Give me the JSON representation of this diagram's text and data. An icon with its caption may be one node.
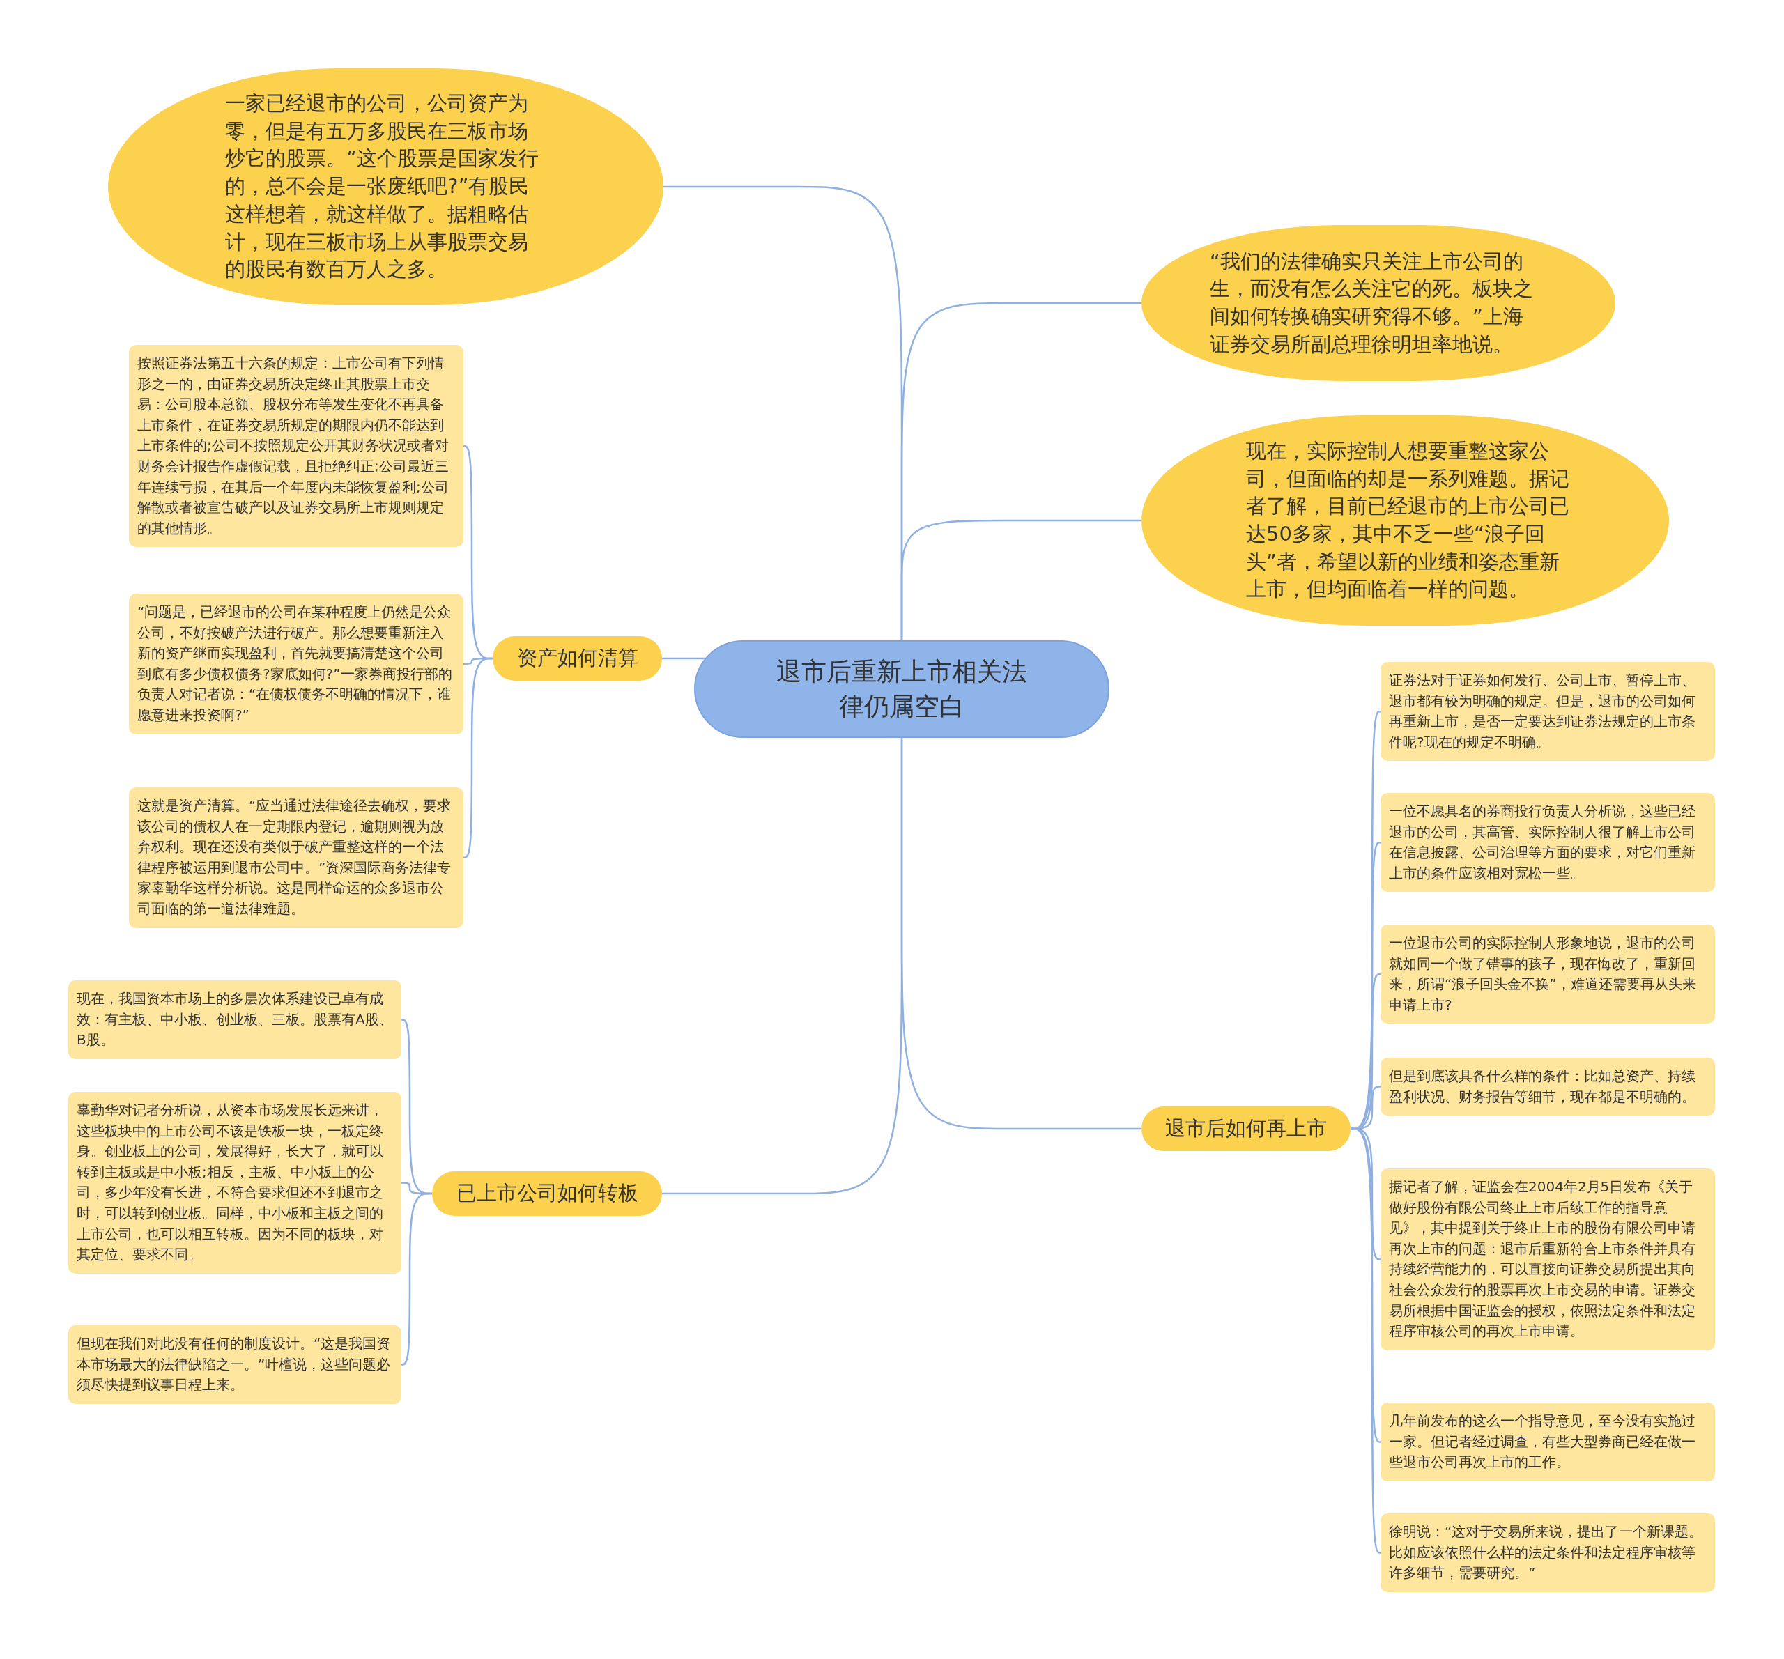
{
  "diagram": {
    "nodes": [
      {
        "text": [
          "退市后重新上市相关法律仍属空白"
        ]
      },
      {
        "text": [
          "一家已经退市的公司，公司资产为零，但是有五万多股民在三板市场炒它的股票。“这个股票是国家发行的，总不会是一张废纸吧?”有股民这样想着，就这样做了。据粗略估计，现在三板市场上从事股票交易的股民有数百万人之多。"
        ]
      },
      {
        "text": [
          "资产如何清算"
        ]
      },
      {
        "text": [
          "按照证券法第五十六条的规定：上市公司有下列情形之一的，由证券交易所决定终止其股票上市交易：公司股本总额、股权分布等发生变化不再具备上市条件，在证券交易所规定的期限内仍不能达到上市条件的;公司不按照规定公开其财务状况或者对财务会计报告作虚假记载，且拒绝纠正;公司最近三年连续亏损，在其后一个年度内未能恢复盈利;公司解散或者被宣告破产以及证券交易所上市规则规定的其他情形。"
        ]
      },
      {
        "text": [
          "“问题是，已经退市的公司在某种程度上仍然是公众公司，不好按破产法进行破产。那么想要重新注入新的资产继而实现盈利，首先就要搞清楚这个公司到底有多少债权债务?家底如何?”一家券商投行部的负责人对记者说：“在债权债务不明确的情况下，谁愿意进来投资啊?”"
        ]
      },
      {
        "text": [
          "这就是资产清算。“应当通过法律途径去确权，要求该公司的债权人在一定期限内登记，逾期则视为放弃权利。现在还没有类似于破产重整这样的一个法律程序被运用到退市公司中。”资深国际商务法律专家辜勤华这样分析说。这是同样命运的众多退市公司面临的第一道法律难题。"
        ]
      },
      {
        "text": [
          "已上市公司如何转板"
        ]
      },
      {
        "text": [
          "现在，我国资本市场上的多层次体系建设已卓有成效：有主板、中小板、创业板、三板。股票有A股、B股。"
        ]
      },
      {
        "text": [
          "辜勤华对记者分析说，从资本市场发展长远来讲，这些板块中的上市公司不该是铁板一块，一板定终身。创业板上的公司，发展得好，长大了，就可以转到主板或是中小板;相反，主板、中小板上的公司，多少年没有长进，不符合要求但还不到退市之时，可以转到创业板。同样，中小板和主板之间的上市公司，也可以相互转板。因为不同的板块，对其定位、要求不同。"
        ]
      },
      {
        "text": [
          "但现在我们对此没有任何的制度设计。“这是我国资本市场最大的法律缺陷之一。”叶檀说，这些问题必须尽快提到议事日程上来。"
        ]
      },
      {
        "text": [
          "“我们的法律确实只关注上市公司的生，而没有怎么关注它的死。板块之间如何转换确实研究得不够。”上海证券交易所副总理徐明坦率地说。"
        ]
      },
      {
        "text": [
          "现在，实际控制人想要重整这家公司，但面临的却是一系列难题。据记者了解，目前已经退市的上市公司已达50多家，其中不乏一些“浪子回头”者，希望以新的业绩和姿态重新上市，但均面临着一样的问题。"
        ]
      },
      {
        "text": [
          "退市后如何再上市"
        ]
      },
      {
        "text": [
          "证券法对于证券如何发行、公司上市、暂停上市、退市都有较为明确的规定。但是，退市的公司如何再重新上市，是否一定要达到证券法规定的上市条件呢?现在的规定不明确。"
        ]
      },
      {
        "text": [
          "一位不愿具名的券商投行负责人分析说，这些已经退市的公司，其高管、实际控制人很了解上市公司在信息披露、公司治理等方面的要求，对它们重新上市的条件应该相对宽松一些。"
        ]
      },
      {
        "text": [
          "一位退市公司的实际控制人形象地说，退市的公司就如同一个做了错事的孩子，现在悔改了，重新回来，所谓“浪子回头金不换”，难道还需要再从头来申请上市?"
        ]
      },
      {
        "text": [
          "但是到底该具备什么样的条件：比如总资产、持续盈利状况、财务报告等细节，现在都是不明确的。"
        ]
      },
      {
        "text": [
          "据记者了解，证监会在2004年2月5日发布《关于做好股份有限公司终止上市后续工作的指导意见》，其中提到关于终止上市的股份有限公司申请再次上市的问题：退市后重新符合上市条件并具有持续经营能力的，可以直接向证券交易所提出其向社会公众发行的股票再次上市交易的申请。证券交易所根据中国证监会的授权，依照法定条件和法定程序审核公司的再次上市申请。"
        ]
      },
      {
        "text": [
          "几年前发布的这么一个指导意见，至今没有实施过一家。但记者经过调查，有些大型券商已经在做一些退市公司再次上市的工作。"
        ]
      },
      {
        "text": [
          "徐明说：“这对于交易所来说，提出了一个新课题。比如应该依照什么样的法定条件和法定程序审核等许多细节，需要研究。”"
        ]
      }
    ],
    "edges": [
      {
        "from": 0,
        "to": 1,
        "arrow": "none"
      },
      {
        "from": 0,
        "to": 2,
        "arrow": "none"
      },
      {
        "from": 2,
        "to": 3,
        "arrow": "none"
      },
      {
        "from": 2,
        "to": 4,
        "arrow": "none"
      },
      {
        "from": 2,
        "to": 5,
        "arrow": "none"
      },
      {
        "from": 0,
        "to": 6,
        "arrow": "none"
      },
      {
        "from": 6,
        "to": 7,
        "arrow": "none"
      },
      {
        "from": 6,
        "to": 8,
        "arrow": "none"
      },
      {
        "from": 6,
        "to": 9,
        "arrow": "none"
      },
      {
        "from": 0,
        "to": 10,
        "arrow": "none"
      },
      {
        "from": 0,
        "to": 11,
        "arrow": "none"
      },
      {
        "from": 0,
        "to": 12,
        "arrow": "none"
      },
      {
        "from": 12,
        "to": 13,
        "arrow": "none"
      },
      {
        "from": 12,
        "to": 14,
        "arrow": "none"
      },
      {
        "from": 12,
        "to": 15,
        "arrow": "none"
      },
      {
        "from": 12,
        "to": 16,
        "arrow": "none"
      },
      {
        "from": 12,
        "to": 17,
        "arrow": "none"
      },
      {
        "from": 12,
        "to": 18,
        "arrow": "none"
      },
      {
        "from": 12,
        "to": 19,
        "arrow": "none"
      }
    ]
  }
}
